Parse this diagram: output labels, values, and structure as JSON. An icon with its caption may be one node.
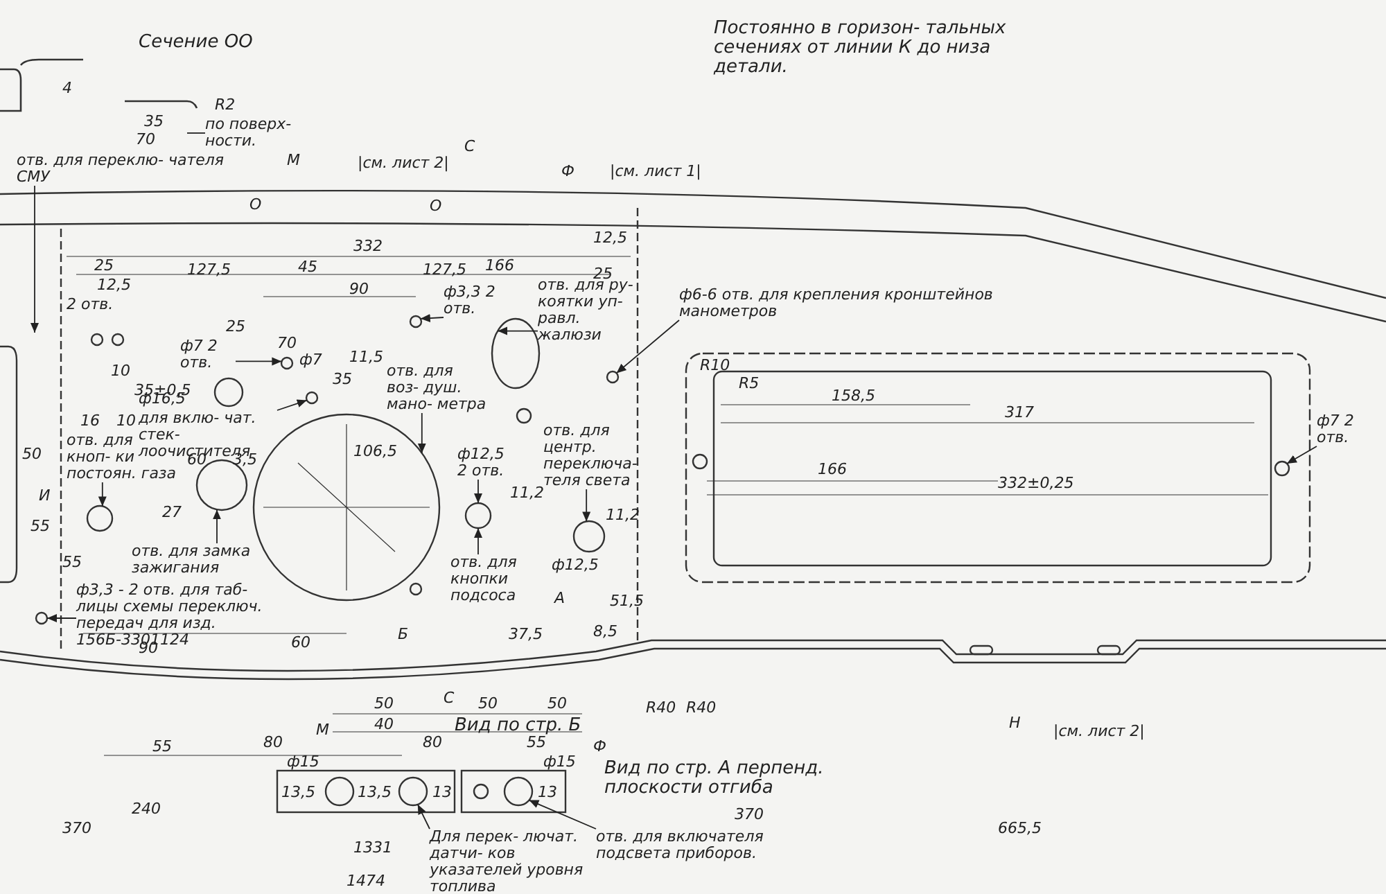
{
  "diagram": {
    "nodes": [
      {
        "text": [
          "отв. для переклю- чателя СМУ"
        ]
      },
      {
        "text": [
          "по поверх- ности."
        ]
      },
      {
        "text": [
          "отв. для ру- коятки уп- равл. жалюзи"
        ]
      },
      {
        "text": [
          "ф6-6 отв. для крепления кронштейнов манометров"
        ]
      },
      {
        "text": [
          "ф3,3 2 отв."
        ]
      },
      {
        "text": [
          "ф7 2 отв."
        ]
      },
      {
        "text": [
          "для вклю- чат. стек- лоочистителя"
        ]
      },
      {
        "text": [
          "отв. для кноп- ки постоян. газа"
        ]
      },
      {
        "text": [
          "отв. для замка зажигания"
        ]
      },
      {
        "text": [
          "отв. для воз- душ. мано- метра"
        ]
      },
      {
        "text": [
          "ф12,5 2 отв."
        ]
      },
      {
        "text": [
          "отв. для кнопки подсоса"
        ]
      },
      {
        "text": [
          "отв. для центр. переключа- теля света"
        ]
      },
      {
        "text": [
          "ф3,3 - 2 отв. для таб- лицы схемы переключ. передач для изд. 156Б-3301124"
        ]
      },
      {
        "text": [
          "ф7 2 отв."
        ]
      },
      {
        "text": [
          "Для перек- лючат. датчи- ков указателей уровня топлива"
        ]
      },
      {
        "text": [
          "отв. для включателя подсвета приборов."
        ]
      },
      {
        "text": [],
        "shape": "circle"
      },
      {
        "text": [],
        "shape": "circle"
      },
      {
        "text": [],
        "shape": "circle"
      },
      {
        "text": [],
        "shape": "circle"
      },
      {
        "text": [],
        "shape": "circle"
      },
      {
        "text": [],
        "shape": "circle"
      },
      {
        "text": [],
        "shape": "circle",
        "beside": [
          "13,5",
          "13"
        ]
      },
      {
        "text": [],
        "shape": "circle"
      },
      {
        "text": [],
        "shape": "circle"
      },
      {
        "text": [],
        "shape": "oval"
      },
      {
        "text": [],
        "shape": "circle"
      },
      {
        "text": [],
        "shape": "circle"
      },
      {
        "text": [],
        "shape": "circle"
      },
      {
        "text": [],
        "shape": "circle"
      }
    ],
    "edges": [
      {
        "from": 0,
        "to": null,
        "arrow": "to"
      },
      {
        "from": 1,
        "to": null,
        "arrow": "none"
      },
      {
        "from": 2,
        "to": 26,
        "arrow": "to"
      },
      {
        "from": 3,
        "to": 29,
        "arrow": "to"
      },
      {
        "from": 4,
        "to": 24,
        "arrow": "to"
      },
      {
        "from": 5,
        "to": 20,
        "arrow": "to"
      },
      {
        "from": 6,
        "to": 21,
        "arrow": "to"
      },
      {
        "from": 7,
        "to": 18,
        "arrow": "to"
      },
      {
        "from": 8,
        "to": 19,
        "arrow": "to"
      },
      {
        "from": 9,
        "to": 22,
        "arrow": "to"
      },
      {
        "from": 10,
        "to": 25,
        "arrow": "to"
      },
      {
        "from": 11,
        "to": 25,
        "arrow": "to"
      },
      {
        "from": 12,
        "to": 28,
        "arrow": "to"
      },
      {
        "from": 13,
        "to": 17,
        "arrow": "to"
      },
      {
        "from": 14,
        "to": 30,
        "arrow": "to"
      },
      {
        "from": 15,
        "to": 23,
        "arrow": "to"
      },
      {
        "from": 16,
        "to": 27,
        "arrow": "to"
      }
    ],
    "labels": [
      "Сечение ОО",
      "4",
      "R2",
      "35",
      "70",
      "М",
      "|см. лист 2|",
      "С",
      "Ф",
      "|см. лист 1|",
      "Постоянно в горизон- тальных сечениях от линии К до низа детали.",
      "О",
      "О",
      "332",
      "25",
      "12,5",
      "127,5",
      "45",
      "90",
      "127,5",
      "166",
      "12,5",
      "25",
      "2 отв.",
      "25",
      "70",
      "ф7",
      "35",
      "11,5",
      "ф16,5",
      "10",
      "35±0,5",
      "16",
      "10",
      "50",
      "3,5",
      "И",
      "55",
      "60",
      "27",
      "106,5",
      "11,2",
      "11,2",
      "55",
      "ф12,5",
      "90",
      "60",
      "Б",
      "А",
      "37,5",
      "8,5",
      "51,5",
      "R40",
      "R40",
      "R10",
      "R5",
      "158,5",
      "317",
      "166",
      "332±0,25",
      "С",
      "50",
      "50",
      "50",
      "М",
      "40",
      "Вид по стр. Б",
      "Н",
      "|см. лист 2|",
      "55",
      "80",
      "80",
      "55",
      "Ф",
      "ф15",
      "13,5",
      "ф15",
      "13",
      "Вид по стр. А перпенд. плоскости отгиба",
      "240",
      "370",
      "370",
      "665,5",
      "1331",
      "1474"
    ]
  }
}
